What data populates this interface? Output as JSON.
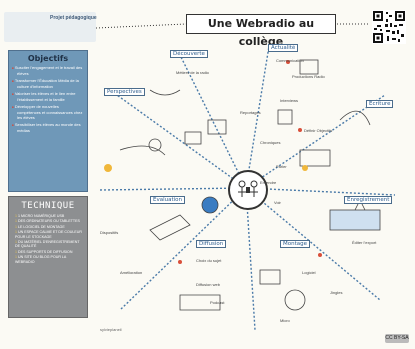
{
  "header": {
    "title": "Une Webradio au collège",
    "projet_label": "Projet pédagogique"
  },
  "objectifs": {
    "title": "Objectifs",
    "items": [
      "Susciter l'engagement et le travail des élèves",
      "Transformer l'Éducation Média de la culture d'information",
      "Valoriser les élèves et le lien entre l'établissement et la famille",
      "Développer de nouvelles compétences et connaissances chez les élèves",
      "Sensibiliser les élèves au monde des médias"
    ]
  },
  "technique": {
    "title": "TECHNIQUE",
    "items": [
      "1 micro numérique USB",
      "Des ordinateurs ou tablettes",
      "Le logiciel de montage",
      "Un espace calme et de couleur pour le stockage",
      "Du matériel d'enregistrement de qualité",
      "Des supports de diffusion",
      "Un site ou blog pour la webradio"
    ]
  },
  "branches": {
    "decouverte": "Découverte",
    "actualite": "Actualité",
    "ecriture": "Écriture",
    "enregistrement": "Enregistrement",
    "montage": "Montage",
    "diffusion": "Diffusion",
    "evaluation": "Évaluation",
    "perspectives": "Perspectives"
  },
  "notes": {
    "metiers": "Métiers de la radio",
    "communication": "Communication",
    "productions": "Productions Radio",
    "definir": "Définir Objectifs",
    "choix_sujet": "Choix du sujet",
    "diffusion_web": "Diffusion web",
    "reportages": "Reportages",
    "interviews": "Interviews",
    "chroniques": "Chroniques",
    "editer": "Éditer l'export",
    "podcast": "Podcast",
    "dispositifs": "Dispositifs",
    "amelioration": "Amélioration",
    "entendre": "Entendre",
    "voir": "Voir",
    "parler": "Parler",
    "logiciel": "Logiciel",
    "jingles": "Jingles",
    "micro": "Micro"
  },
  "signature": "sylvieplaneil",
  "license": "CC BY-SA",
  "colors": {
    "accent_blue": "#6f98b8",
    "dark_blue": "#2c5c8c",
    "red": "#b3382b",
    "grey": "#8d8f91"
  }
}
